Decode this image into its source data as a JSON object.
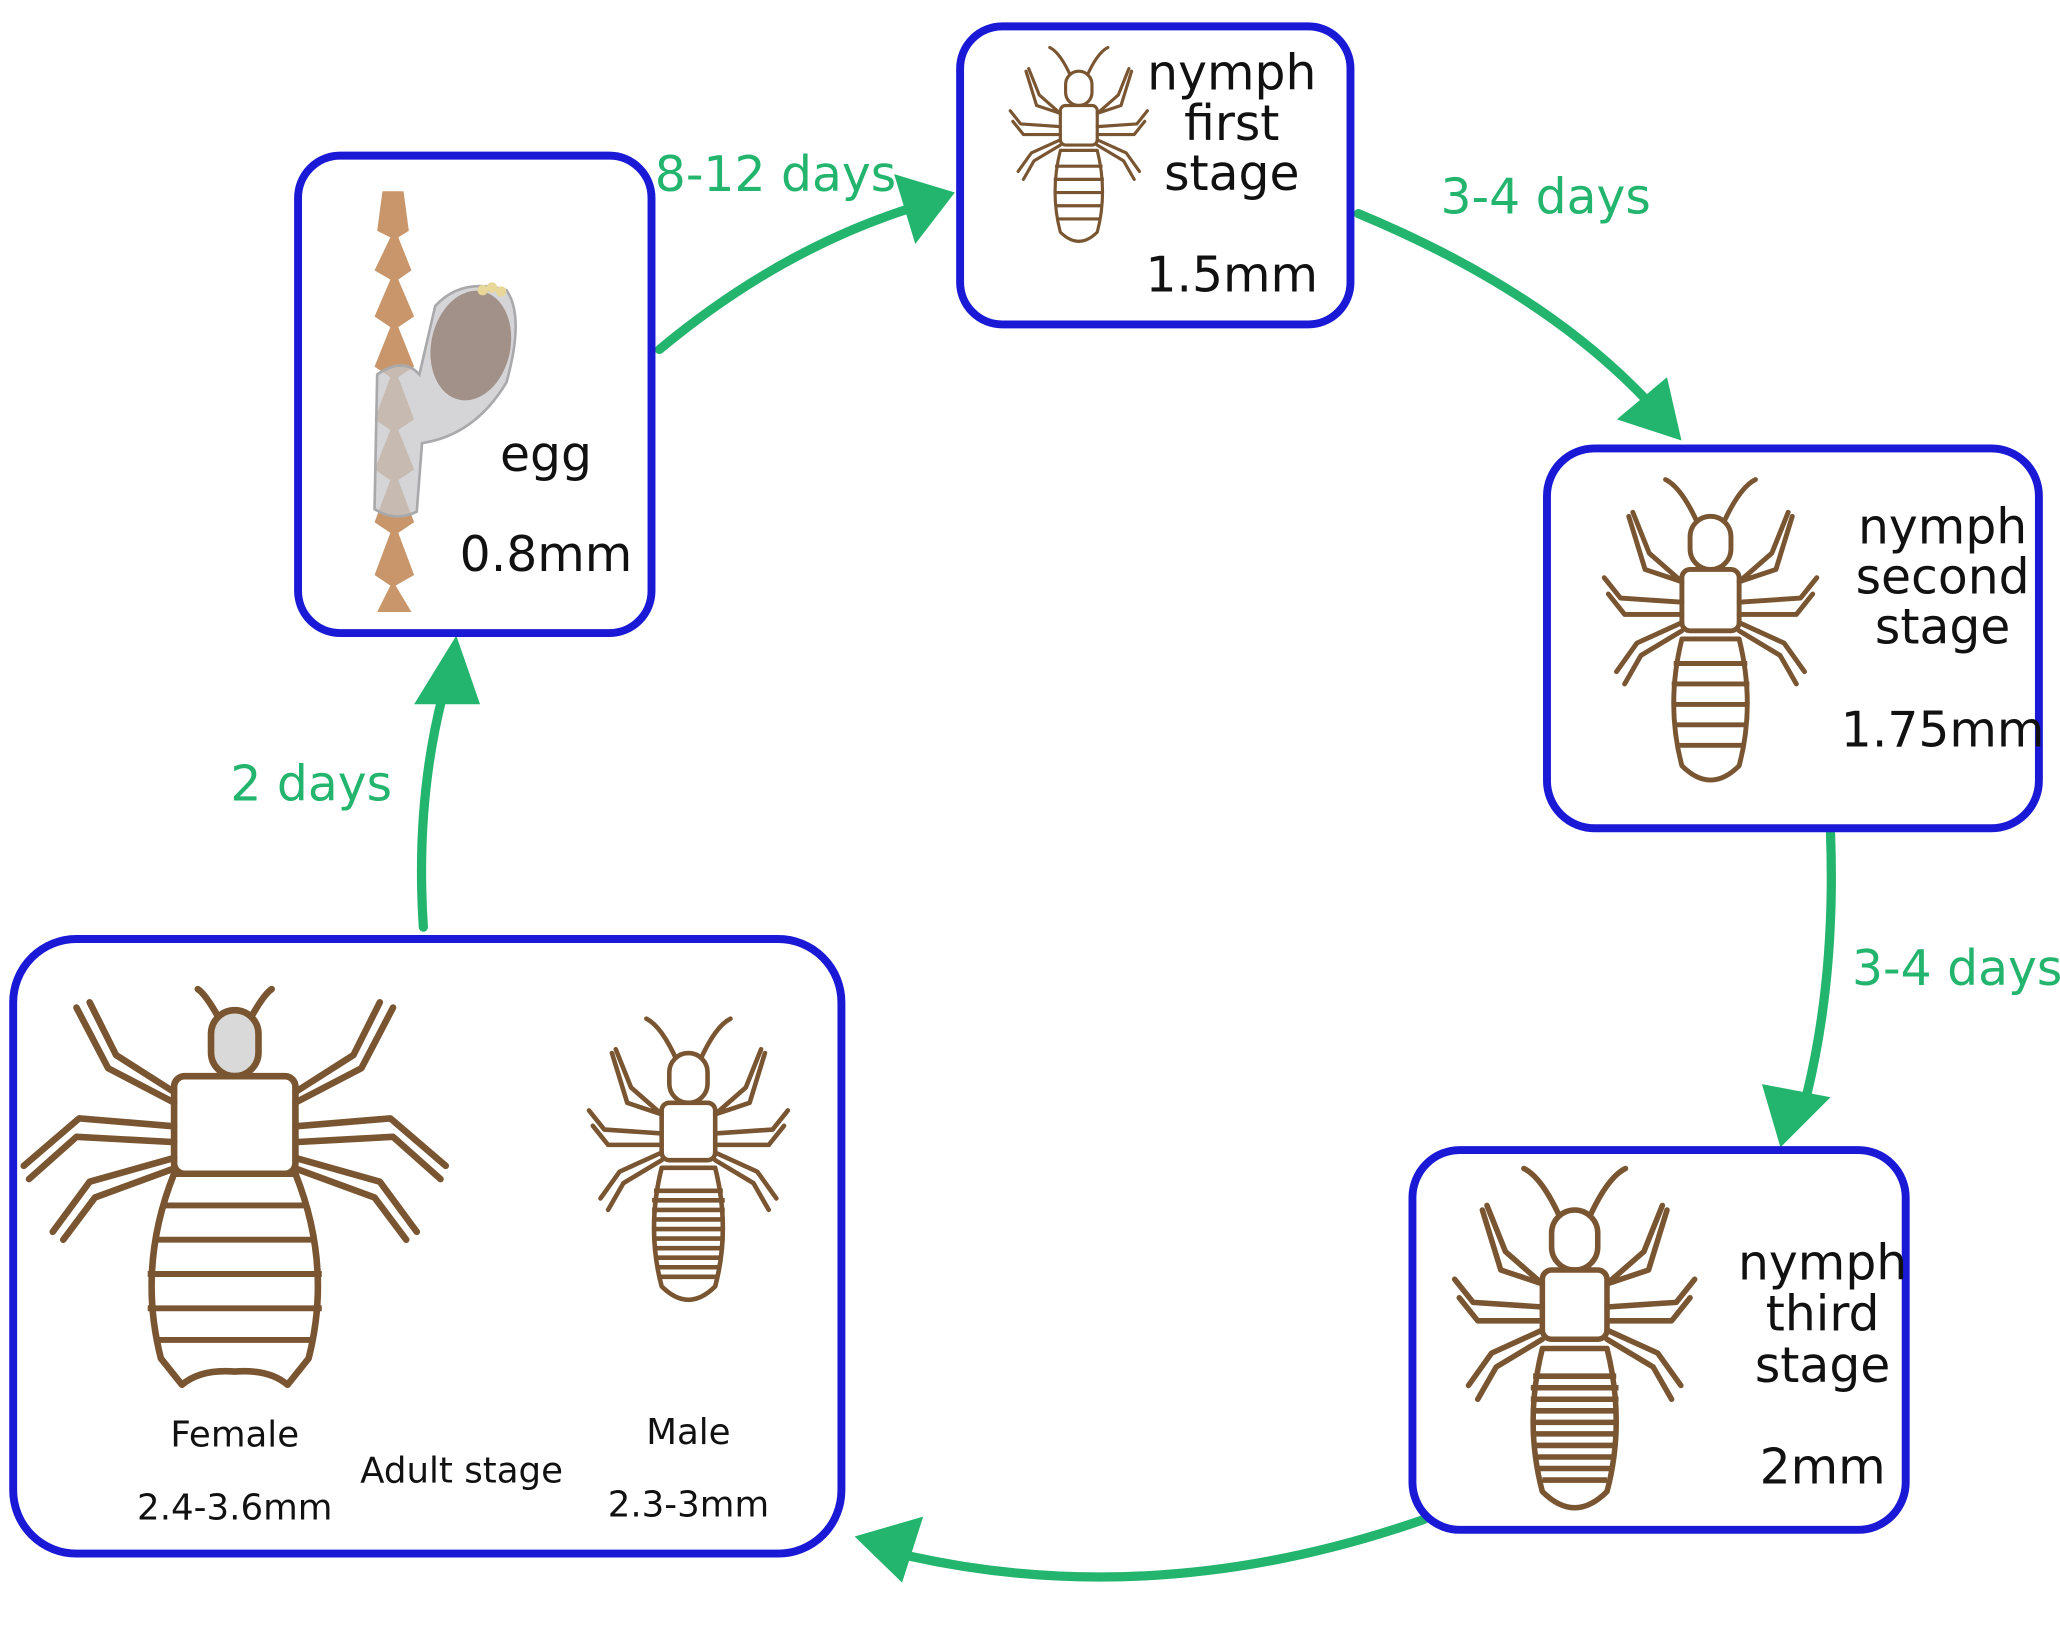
{
  "stages": {
    "egg": {
      "name": "egg",
      "size": "0.8mm"
    },
    "nymph1": {
      "line1": "nymph",
      "line2": "first",
      "line3": "stage",
      "size": "1.5mm"
    },
    "nymph2": {
      "line1": "nymph",
      "line2": "second",
      "line3": "stage",
      "size": "1.75mm"
    },
    "nymph3": {
      "line1": "nymph",
      "line2": "third",
      "line3": "stage",
      "size": "2mm"
    },
    "adult": {
      "title": "Adult stage",
      "female_label": "Female",
      "female_size": "2.4-3.6mm",
      "male_label": "Male",
      "male_size": "2.3-3mm"
    }
  },
  "transitions": {
    "egg_to_nymph1": "8-12 days",
    "nymph1_to_nymph2": "3-4 days",
    "nymph2_to_nymph3": "3-4 days",
    "adult_to_egg": "2 days"
  },
  "colors": {
    "box_border": "#1a1ad6",
    "arrow": "#23b46d",
    "louse_outline": "#7a5531",
    "hair_shaft": "#c8966a",
    "egg_fill": "#9b8a80"
  },
  "icons": [
    "hair-with-egg-icon",
    "louse-nymph-icon",
    "louse-female-icon",
    "louse-male-icon"
  ]
}
